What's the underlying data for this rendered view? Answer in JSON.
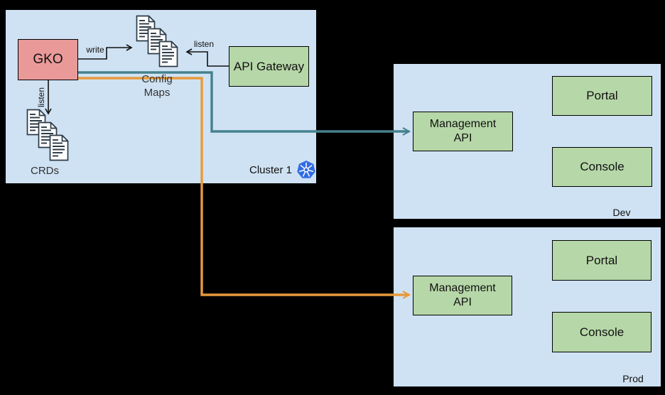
{
  "colors": {
    "cluster_fill": "#cfe2f3",
    "node_red": "#ea9999",
    "node_green": "#b6d7a8",
    "arrow_teal": "#45818e",
    "arrow_orange": "#e8993c",
    "k8s_blue": "#326ce5",
    "doc_stroke": "#2b3a46",
    "edge_black": "#111111"
  },
  "cluster1": {
    "label": "Cluster 1",
    "gko": "GKO",
    "api_gateway": "API Gateway",
    "config_maps_label": "Config\nMaps",
    "crds_label": "CRDs",
    "icons": {
      "kubernetes": "kubernetes-logo",
      "config_maps": "document-stack",
      "crds": "document-stack"
    }
  },
  "edges": {
    "write_label": "write",
    "listen_gateway_label": "listen",
    "listen_crds_label": "listen"
  },
  "dev": {
    "label": "Dev",
    "management_api": "Management\nAPI",
    "portal": "Portal",
    "console": "Console"
  },
  "prod": {
    "label": "Prod",
    "management_api": "Management\nAPI",
    "portal": "Portal",
    "console": "Console"
  }
}
